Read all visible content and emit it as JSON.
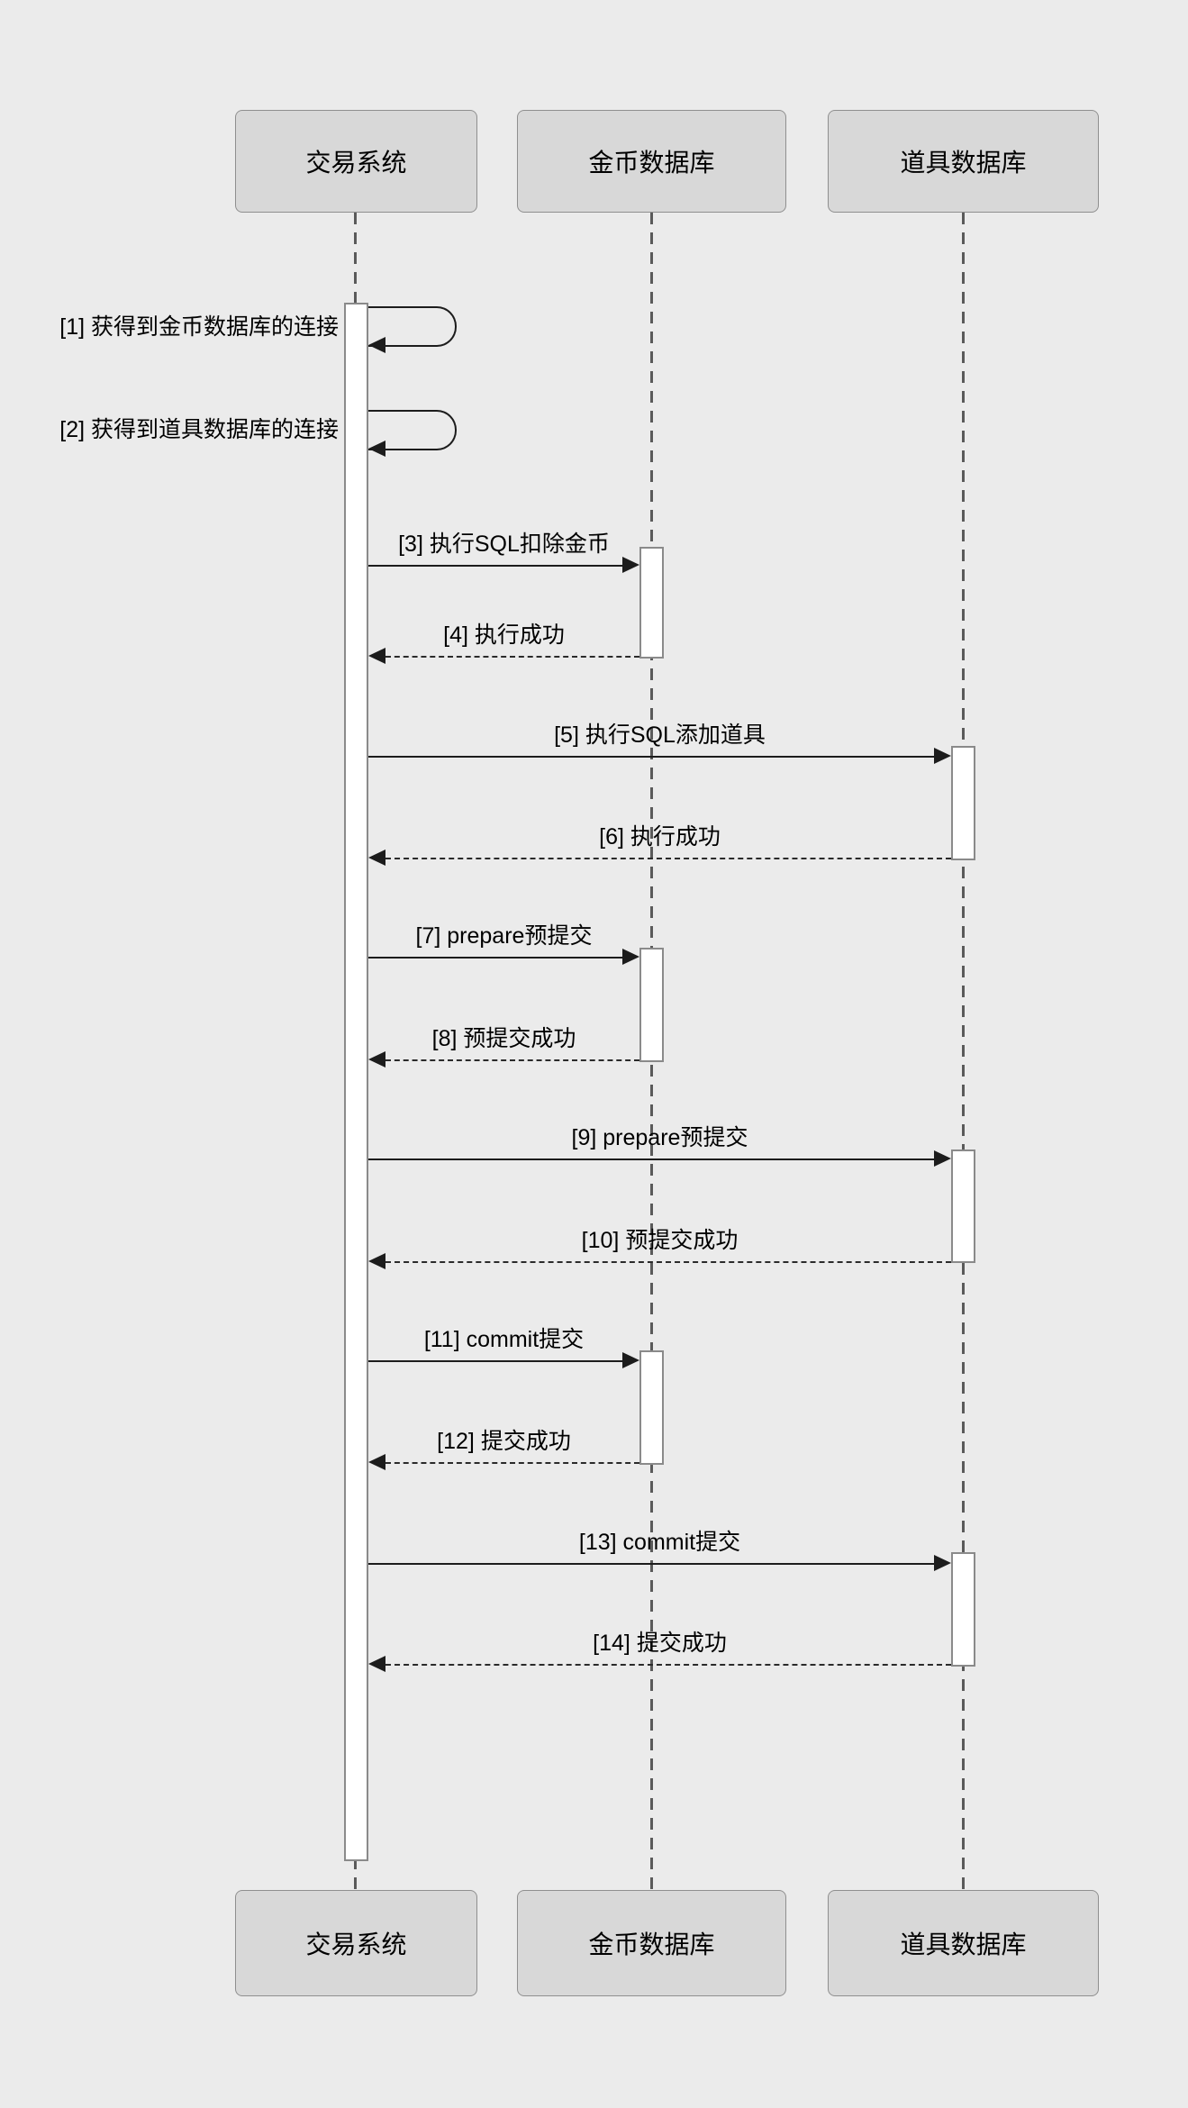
{
  "diagram": {
    "type": "uml-sequence",
    "actors": [
      {
        "name": "交易系统"
      },
      {
        "name": "金币数据库"
      },
      {
        "name": "道具数据库"
      }
    ],
    "messages": [
      {
        "seq": 1,
        "label": "[1] 获得到金币数据库的连接",
        "from": "交易系统",
        "to": "交易系统",
        "kind": "self"
      },
      {
        "seq": 2,
        "label": "[2] 获得到道具数据库的连接",
        "from": "交易系统",
        "to": "交易系统",
        "kind": "self"
      },
      {
        "seq": 3,
        "label": "[3] 执行SQL扣除金币",
        "from": "交易系统",
        "to": "金币数据库",
        "kind": "call"
      },
      {
        "seq": 4,
        "label": "[4] 执行成功",
        "from": "金币数据库",
        "to": "交易系统",
        "kind": "return"
      },
      {
        "seq": 5,
        "label": "[5] 执行SQL添加道具",
        "from": "交易系统",
        "to": "道具数据库",
        "kind": "call"
      },
      {
        "seq": 6,
        "label": "[6] 执行成功",
        "from": "道具数据库",
        "to": "交易系统",
        "kind": "return"
      },
      {
        "seq": 7,
        "label": "[7] prepare预提交",
        "from": "交易系统",
        "to": "金币数据库",
        "kind": "call"
      },
      {
        "seq": 8,
        "label": "[8] 预提交成功",
        "from": "金币数据库",
        "to": "交易系统",
        "kind": "return"
      },
      {
        "seq": 9,
        "label": "[9] prepare预提交",
        "from": "交易系统",
        "to": "道具数据库",
        "kind": "call"
      },
      {
        "seq": 10,
        "label": "[10] 预提交成功",
        "from": "道具数据库",
        "to": "交易系统",
        "kind": "return"
      },
      {
        "seq": 11,
        "label": "[11] commit提交",
        "from": "交易系统",
        "to": "金币数据库",
        "kind": "call"
      },
      {
        "seq": 12,
        "label": "[12] 提交成功",
        "from": "金币数据库",
        "to": "交易系统",
        "kind": "return"
      },
      {
        "seq": 13,
        "label": "[13] commit提交",
        "from": "交易系统",
        "to": "道具数据库",
        "kind": "call"
      },
      {
        "seq": 14,
        "label": "[14] 提交成功",
        "from": "道具数据库",
        "to": "交易系统",
        "kind": "return"
      }
    ],
    "colors": {
      "background": "#ebebeb",
      "actor_fill": "#d8d8d8",
      "actor_border": "#8f8f8f",
      "lifeline": "#5a5a5a",
      "activation_fill": "#ffffff",
      "activation_border": "#8a8a8a",
      "arrow": "#1c1c1c"
    }
  }
}
